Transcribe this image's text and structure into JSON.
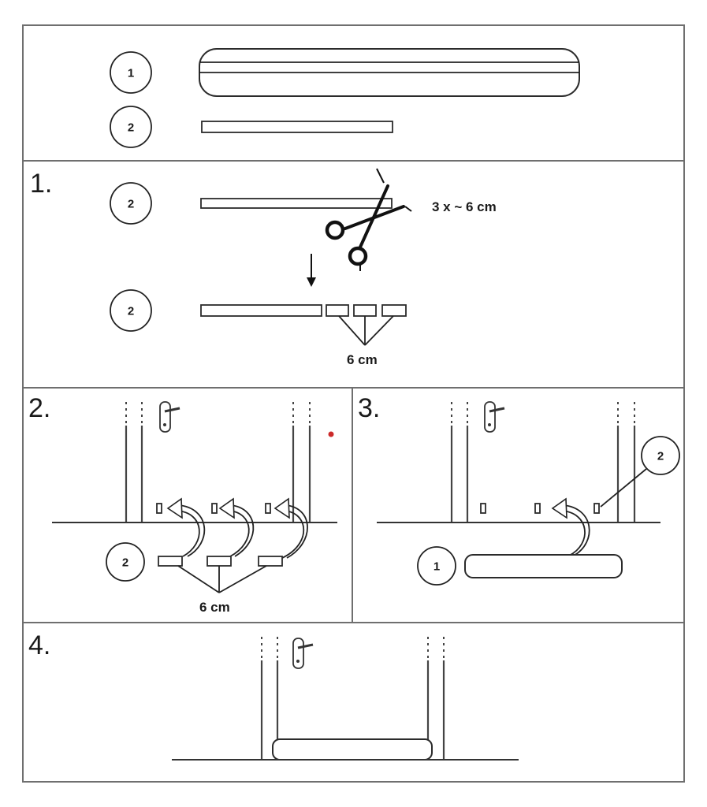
{
  "parts": {
    "part1_num": "1",
    "part2_num": "2"
  },
  "steps": {
    "step1": {
      "number": "1.",
      "part_ref_top": "2",
      "part_ref_bottom": "2",
      "cut_label": "3 x ~ 6 cm",
      "piece_label": "6 cm"
    },
    "step2": {
      "number": "2.",
      "part_ref": "2",
      "piece_label": "6 cm"
    },
    "step3": {
      "number": "3.",
      "part_ref_callout": "2",
      "part_ref_strip": "1"
    },
    "step4": {
      "number": "4."
    }
  },
  "colors": {
    "frame": "#6f6f6f",
    "ink": "#222222",
    "marker_dot": "#cc2a2a"
  },
  "icons": [
    "scissors-icon",
    "down-arrow-icon",
    "door-handle-icon",
    "curved-arrow-icon"
  ]
}
